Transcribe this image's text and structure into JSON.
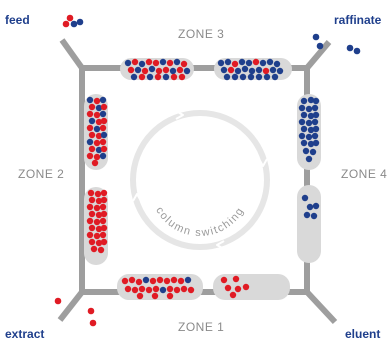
{
  "ports": {
    "feed": "feed",
    "raffinate": "raffinate",
    "extract": "extract",
    "eluent": "eluent"
  },
  "zones": {
    "zone1": "ZONE 1",
    "zone2": "ZONE 2",
    "zone3": "ZONE 3",
    "zone4": "ZONE 4"
  },
  "center_label": "column switching",
  "colors": {
    "pipe": "#9e9e9e",
    "column": "#d9d9d9",
    "red_particle": "#e01b24",
    "blue_particle": "#1f3f8c",
    "ring": "#e6e6e6",
    "zone_text": "#8a8a8a",
    "port_text": "#1f3f8c"
  }
}
